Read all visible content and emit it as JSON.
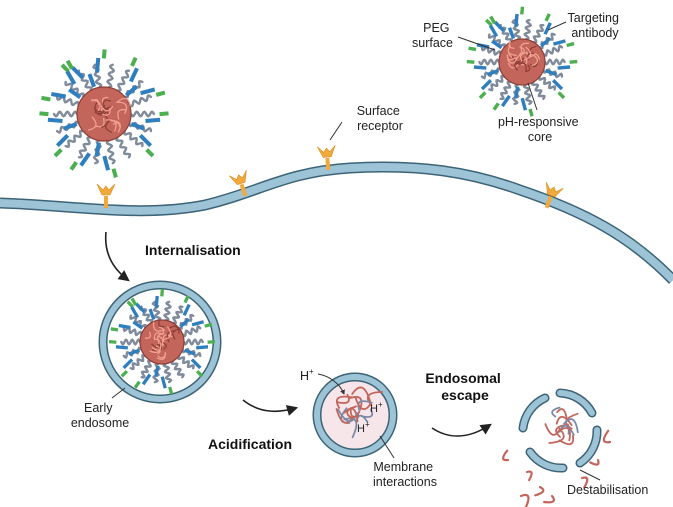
{
  "labels": {
    "peg_surface_line1": "PEG",
    "peg_surface_line2": "surface",
    "targeting_antibody_line1": "Targeting",
    "targeting_antibody_line2": "antibody",
    "ph_core_line1": "pH-responsive",
    "ph_core_line2": "core",
    "surface_receptor_line1": "Surface",
    "surface_receptor_line2": "receptor",
    "early_endosome_line1": "Early",
    "early_endosome_line2": "endosome",
    "membrane_interactions_line1": "Membrane",
    "membrane_interactions_line2": "interactions",
    "destabilisation": "Destabilisation",
    "h_plus_base": "H",
    "h_plus_sup": "+"
  },
  "steps": {
    "internalisation": "Internalisation",
    "acidification": "Acidification",
    "endosomal_escape_line1": "Endosomal",
    "endosomal_escape_line2": "escape"
  },
  "colors": {
    "membrane": "#9dc3d6",
    "membrane_edge": "#3c6376",
    "receptor": "#f2a93b",
    "core": "#c4655b",
    "core_strand": "#f0a090",
    "peg": "#7f8a9b",
    "antibody_blue": "#2f7fbf",
    "antibody_green": "#4caf50",
    "endosome_inside": "#f6e6ea"
  },
  "icons": {
    "nanoparticle": "nanoparticle-icon",
    "receptor": "receptor-icon",
    "endosome": "endosome-icon"
  }
}
